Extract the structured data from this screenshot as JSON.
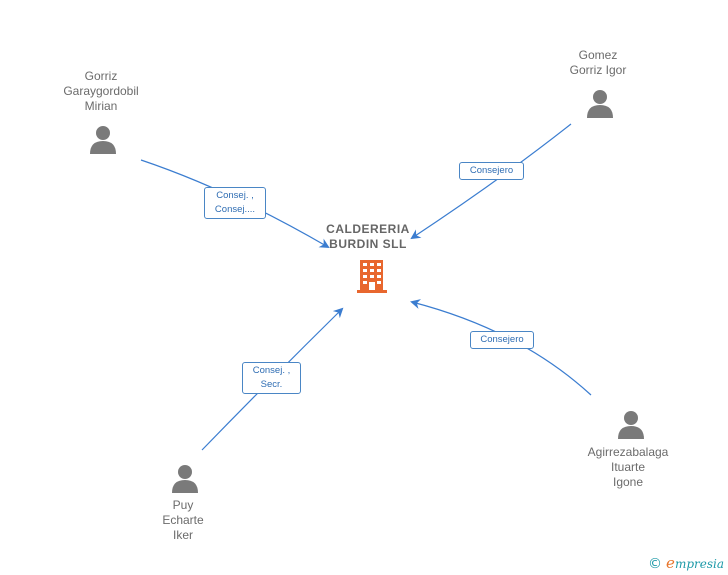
{
  "company": {
    "name": "CALDERERIA\nBURDIN  SLL",
    "icon": "building-icon",
    "color": "#e8672e"
  },
  "people": [
    {
      "id": "gorriz-garaygordobil-mirian",
      "name": "Gorriz\nGaraygordobil\nMirian",
      "icon": "person-icon"
    },
    {
      "id": "gomez-gorriz-igor",
      "name": "Gomez\nGorriz Igor",
      "icon": "person-icon"
    },
    {
      "id": "puy-echarte-iker",
      "name": "Puy\nEcharte\nIker",
      "icon": "person-icon"
    },
    {
      "id": "agirrezabalaga-ituarte-igone",
      "name": "Agirrezabalaga\nItuarte\nIgone",
      "icon": "person-icon"
    }
  ],
  "relations": [
    {
      "from": "gorriz-garaygordobil-mirian",
      "label": "Consej. ,\nConsej...."
    },
    {
      "from": "gomez-gorriz-igor",
      "label": "Consejero"
    },
    {
      "from": "puy-echarte-iker",
      "label": "Consej. ,\nSecr."
    },
    {
      "from": "agirrezabalaga-ituarte-igone",
      "label": "Consejero"
    }
  ],
  "colors": {
    "edge": "#3b7dd0",
    "person": "#7a7a7a",
    "label_border": "#4a86c5"
  },
  "brand": {
    "copyright": "©",
    "initial": "e",
    "rest": "mpresia"
  }
}
